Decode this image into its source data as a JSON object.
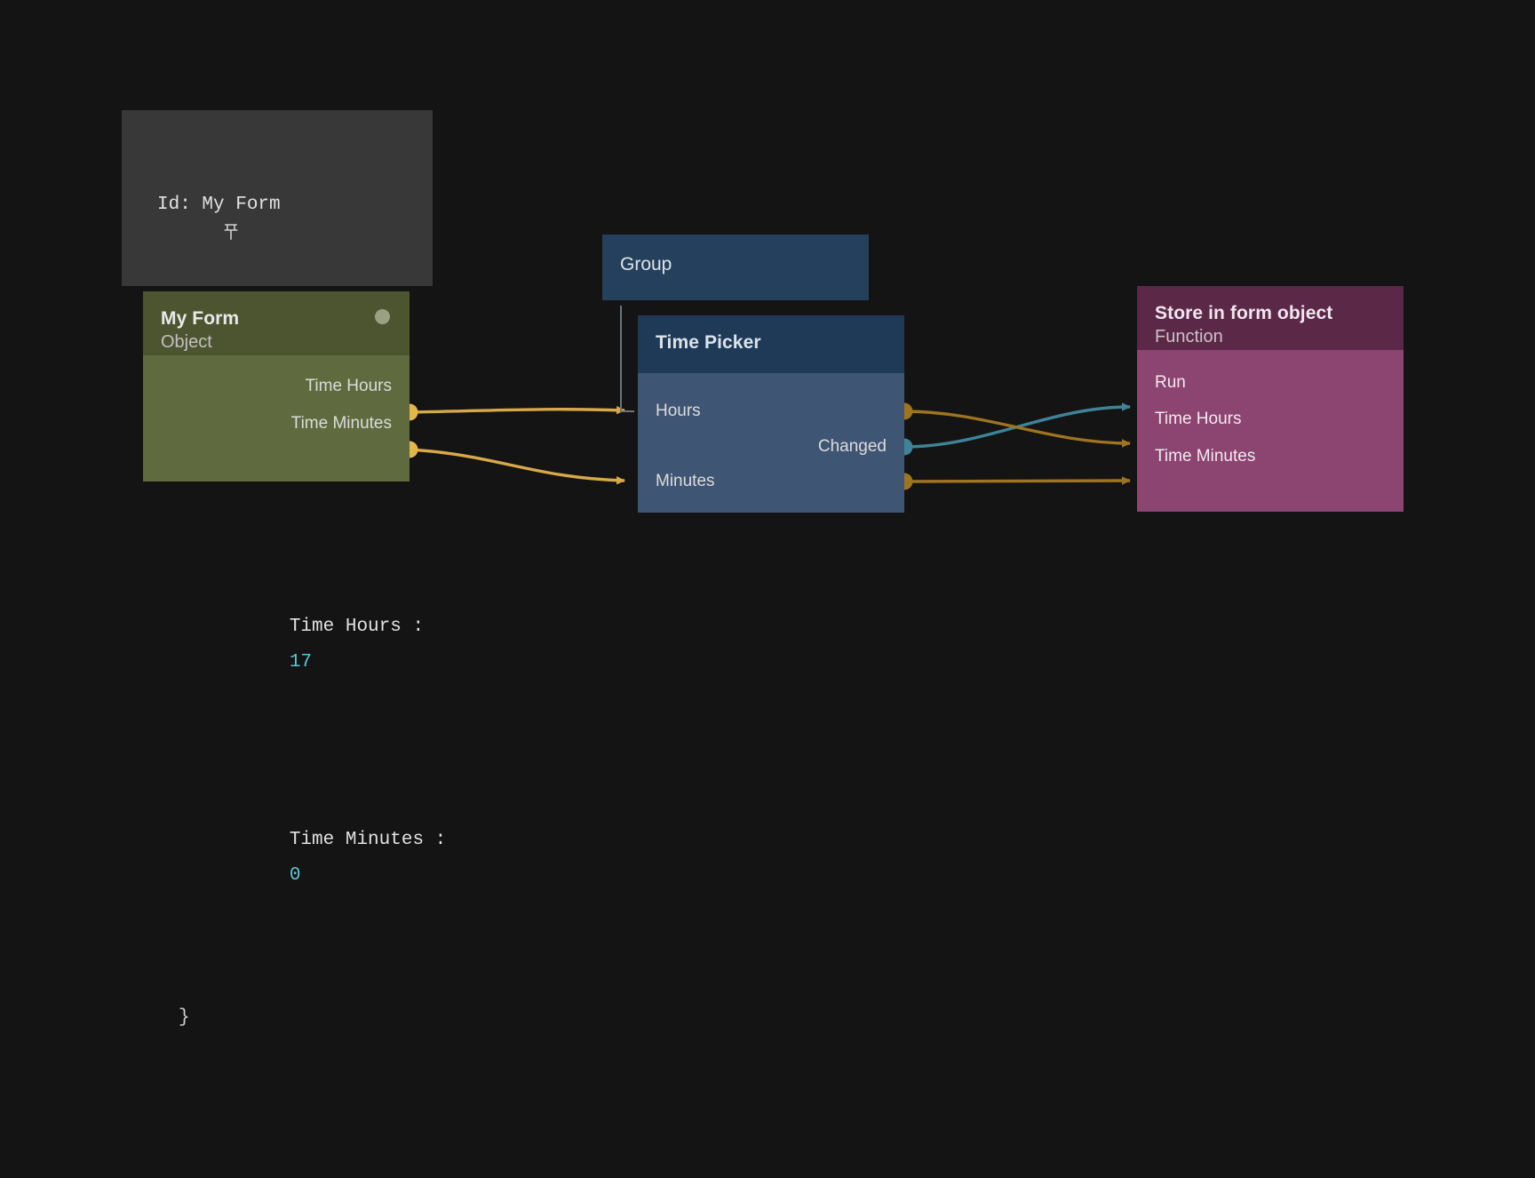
{
  "inspector": {
    "pin_icon": "pin-icon",
    "id_label": "Id: My Form",
    "brace_open": "{",
    "brace_close": "}",
    "rows": [
      {
        "key": "Time Hours :",
        "value": "17"
      },
      {
        "key": "Time Minutes :",
        "value": "0"
      }
    ]
  },
  "nodes": {
    "myform": {
      "title": "My Form",
      "type": "Object",
      "outputs": [
        "Time Hours",
        "Time Minutes"
      ],
      "color": "#5f6a3f",
      "header_color": "#4c5530",
      "status_dot_color": "#9aa083"
    },
    "group": {
      "title": "Group",
      "color": "#24405c"
    },
    "timepicker": {
      "title": "Time Picker",
      "inputs": [
        "Hours",
        "Minutes"
      ],
      "outputs": [
        "Changed"
      ],
      "color": "#3f5574",
      "header_color": "#1f3a57"
    },
    "store": {
      "title": "Store in form object",
      "type": "Function",
      "inputs": [
        "Run",
        "Time Hours",
        "Time Minutes"
      ],
      "color": "#8c4470",
      "header_color": "#5b2848"
    }
  },
  "wires": {
    "signal_color": "#4a8fa3",
    "data_color": "#d8a94a",
    "data_color_dark": "#9e7420",
    "port_data_color": "#e2b649",
    "port_data_color_dark": "#9e7420",
    "port_signal_color": "#3f8397",
    "connections": [
      {
        "from": "myform.Time Hours",
        "to": "timepicker.Hours",
        "kind": "data"
      },
      {
        "from": "myform.Time Minutes",
        "to": "timepicker.Minutes",
        "kind": "data"
      },
      {
        "from": "timepicker.Changed",
        "to": "store.Run",
        "kind": "signal"
      },
      {
        "from": "timepicker.Hours",
        "to": "store.Time Hours",
        "kind": "data"
      },
      {
        "from": "timepicker.Minutes",
        "to": "store.Time Minutes",
        "kind": "data"
      }
    ]
  },
  "canvas": {
    "background": "#141414"
  }
}
